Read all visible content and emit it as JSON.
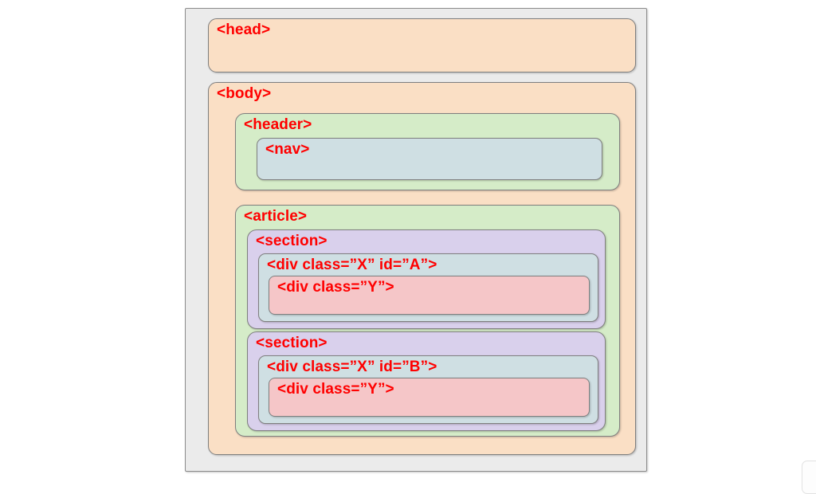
{
  "diagram": {
    "title": "HTML document structure nesting diagram",
    "colors": {
      "container": "#ebebeb",
      "head_body": "#fadfc5",
      "header_article": "#d5ecc8",
      "nav_divx": "#cfdfe3",
      "section": "#d9d0ec",
      "divy": "#f5c6c8",
      "label_text": "#ff0000",
      "border": "#7f7f7f"
    },
    "nodes": {
      "head": "<head>",
      "body": "<body>",
      "header": "<header>",
      "nav": "<nav>",
      "article": "<article>",
      "section_a": "<section>",
      "div_x_a": "<div class=”X” id=”A”>",
      "div_y_a": "<div class=”Y”>",
      "section_b": "<section>",
      "div_x_b": "<div class=”X” id=”B”>",
      "div_y_b": "<div class=”Y”>"
    }
  }
}
